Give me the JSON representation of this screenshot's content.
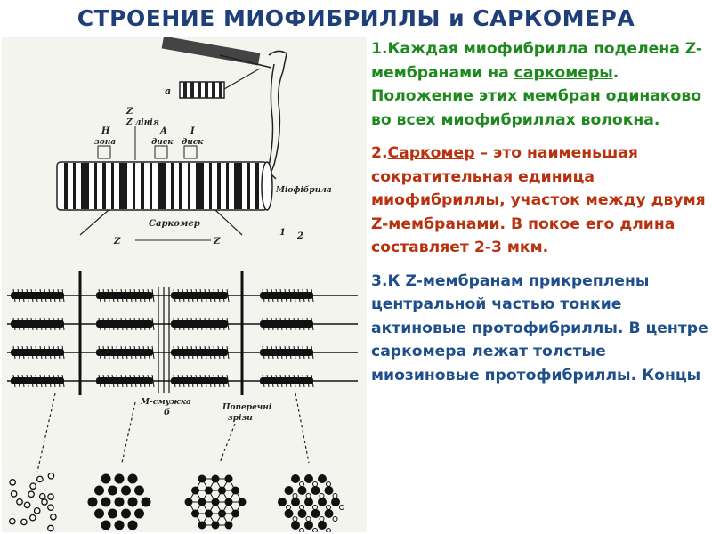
{
  "title": "СТРОЕНИЕ МИОФИБРИЛЛЫ и САРКОМЕРА",
  "figure": {
    "labels": {
      "a": "а",
      "z_line": "Z лінія",
      "h_zone_1": "Н",
      "h_zone_2": "зона",
      "a_disk_1": "А",
      "a_disk_2": "диск",
      "i_disk_1": "І",
      "i_disk_2": "диск",
      "myofibril": "Міофібрила",
      "sarcomere": "Саркомер",
      "z_left": "Z",
      "z_right": "Z",
      "one": "1",
      "two": "2",
      "m_band": "М-смужка",
      "b": "б",
      "cross_1": "Поперечні",
      "cross_2": "зрізи"
    }
  },
  "points": [
    {
      "num": "1.",
      "pre": "Каждая миофибрилла поделена Z-мембранами на ",
      "link": "саркомеры",
      "post": ". Положение этих мембран одинаково во всех миофибриллах волокна."
    },
    {
      "num": "2.",
      "link": "Саркомер",
      "post": " – это наименьшая сократительная единица миофибриллы, участок между двумя Z-мембранами. В покое его длина составляет 2-3 мкм."
    },
    {
      "num": "3.",
      "text": "К Z-мембранам прикреплены центральной частью тонкие  актиновые протофибриллы. В центре саркомера лежат толстые миозиновые протофибриллы.  Концы"
    }
  ],
  "colors": {
    "title": "#1f3f7a",
    "point1": "#1e8a1e",
    "point2": "#b8320f",
    "point3": "#1f4f8a"
  }
}
